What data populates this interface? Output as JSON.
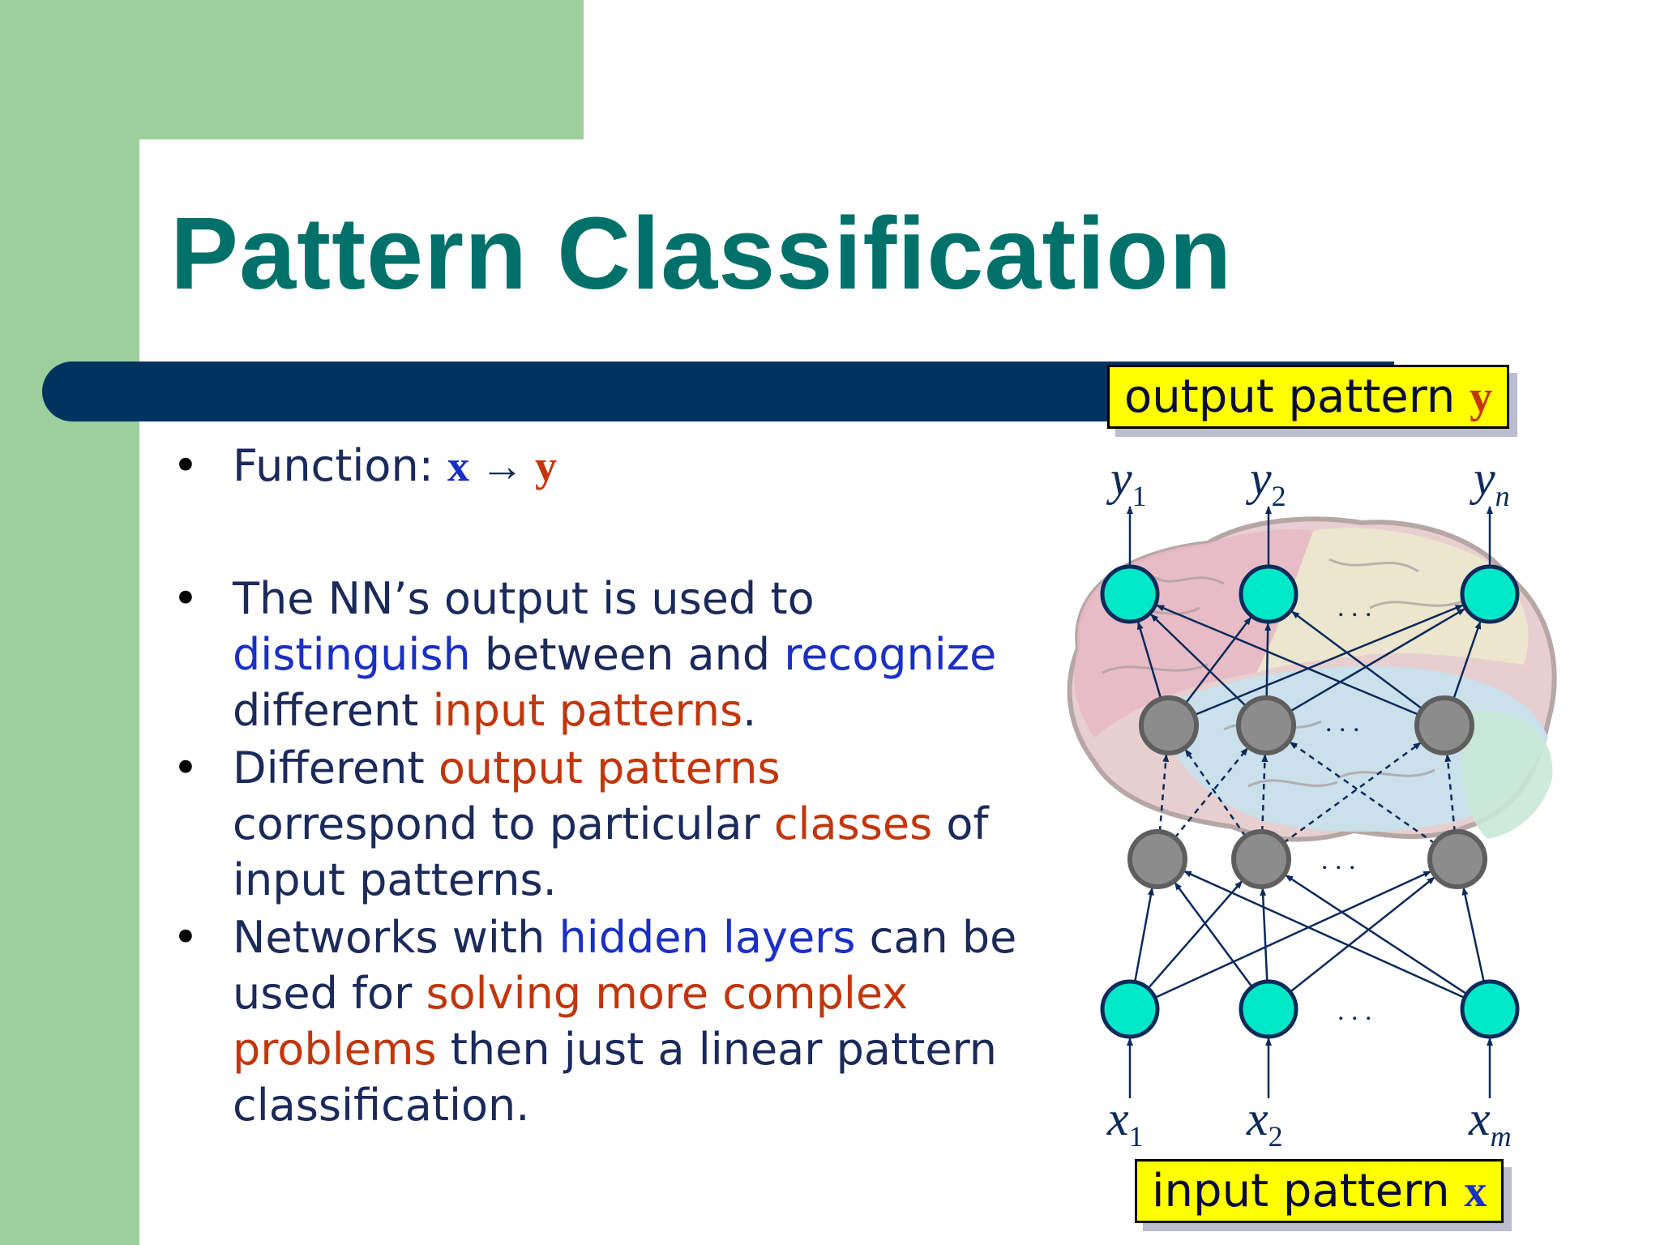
{
  "slide": {
    "title": "Pattern Classification",
    "bullets": {
      "b1": {
        "text": "Function: ",
        "x": "x",
        "arrow": "→",
        "y": "y"
      },
      "b2": {
        "l1": "The NN’s output is used to",
        "l2a": "distinguish",
        "l2b": " between and ",
        "l2c": "recognize",
        "l3a": "different ",
        "l3b": "input patterns",
        "l3c": "."
      },
      "b3": {
        "l1a": "Different ",
        "l1b": "output patterns",
        "l2a": "correspond to particular ",
        "l2b": "classes",
        "l2c": " of",
        "l3": "input patterns."
      },
      "b4": {
        "l1a": "Networks with ",
        "l1b": "hidden layers",
        "l1c": " can be",
        "l2a": "used for ",
        "l2b": "solving more complex",
        "l3a": "problems",
        "l3b": " then just a linear pattern",
        "l4": "classification."
      }
    }
  },
  "diagram": {
    "output_label": {
      "text": "output pattern ",
      "var": "y"
    },
    "input_label": {
      "text": "input pattern ",
      "var": "x"
    },
    "output_vars": [
      {
        "base": "y",
        "sub": "1"
      },
      {
        "base": "y",
        "sub": "2"
      },
      {
        "base": "y",
        "sub": "n"
      }
    ],
    "input_vars": [
      {
        "base": "x",
        "sub": "1"
      },
      {
        "base": "x",
        "sub": "2"
      },
      {
        "base": "x",
        "sub": "m"
      }
    ],
    "ellipsis": ". . .",
    "colors": {
      "node_outer": "#00e8c8",
      "node_hidden": "#8c8c8c",
      "label_bg": "#ffff00",
      "title": "#00716a",
      "bar": "#00335f",
      "green": "#9ccf9b",
      "blue_term": "#1a2fc4",
      "red_term": "#c2360c"
    }
  }
}
